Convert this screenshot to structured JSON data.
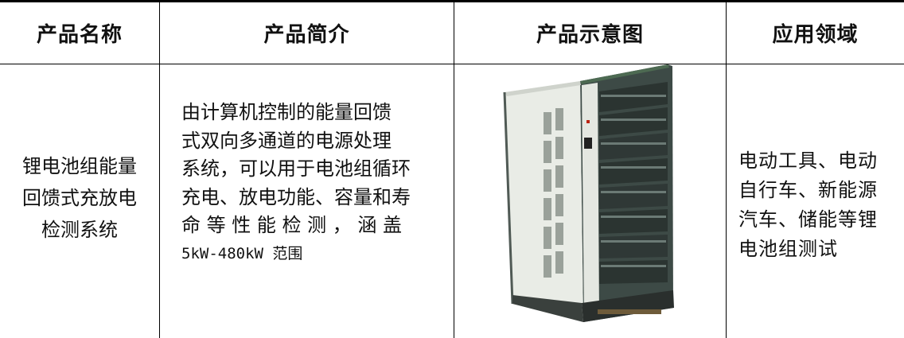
{
  "table": {
    "headers": {
      "name": "产品名称",
      "intro": "产品简介",
      "image": "产品示意图",
      "field": "应用领域"
    },
    "row": {
      "name_lines": [
        "锂电池组能量",
        "回馈式充放电",
        "检测系统"
      ],
      "intro_lines": [
        "由计算机控制的能量回馈",
        "式双向多通道的电源处理",
        "系统，可以用于电池组循环",
        "充电、放电功能、容量和寿",
        "命 等 性 能 检 测 ， 涵 盖",
        "5kW-480kW 范围"
      ],
      "image_desc": "cabinet-image",
      "field_lines": [
        "电动工具、电动",
        "自行车、新能源",
        "汽车、储能等锂",
        "电池组测试"
      ]
    }
  }
}
